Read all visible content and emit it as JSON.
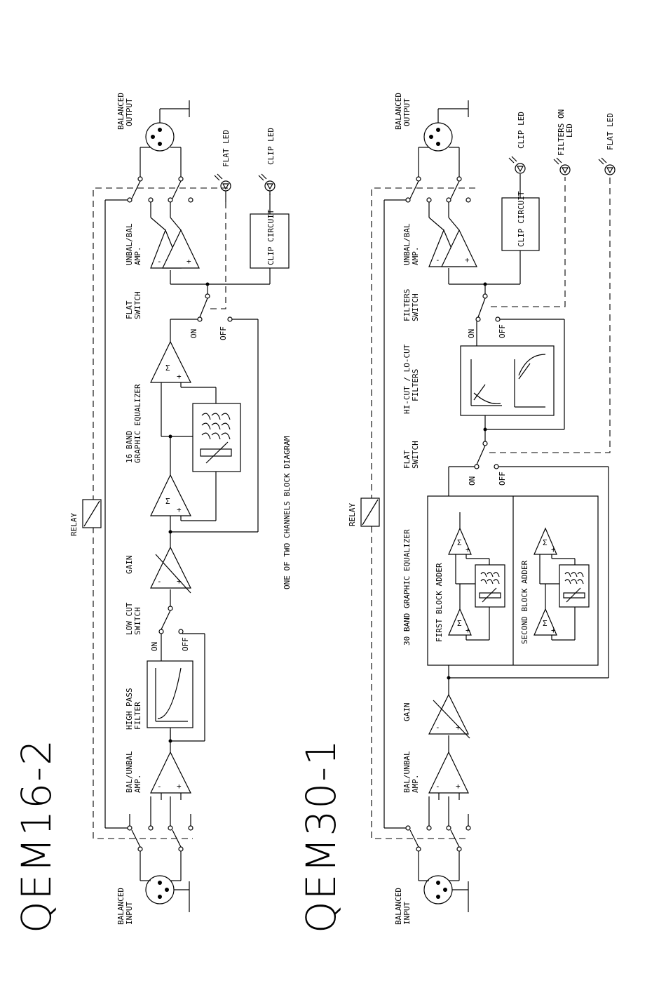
{
  "titles": {
    "qem16": "QEM16-2",
    "qem30": "QEM30-1",
    "note": "ONE OF TWO CHANNELS BLOCK DIAGRAM"
  },
  "qem16": {
    "balanced_input": [
      "BALANCED",
      "INPUT"
    ],
    "balanced_output": [
      "BALANCED",
      "OUTPUT"
    ],
    "bal_unbal_amp": [
      "BAL/UNBAL",
      "AMP."
    ],
    "high_pass_filter": [
      "HIGH PASS",
      "FILTER"
    ],
    "low_cut_switch": [
      "LOW CUT",
      "SWITCH"
    ],
    "gain": "GAIN",
    "equalizer": [
      "16  BAND",
      "GRAPHIC EQUALIZER"
    ],
    "flat_switch": [
      "FLAT",
      "SWITCH"
    ],
    "unbal_bal_amp": [
      "UNBAL/BAL",
      "AMP."
    ],
    "clip_circuit": "CLIP CIRCUIT",
    "flat_led": "FLAT LED",
    "clip_led": "CLIP LED",
    "relay": "RELAY",
    "on": "ON",
    "off": "OFF",
    "sigma": "Σ",
    "plus": "+",
    "minus": "-"
  },
  "qem30": {
    "balanced_input": [
      "BALANCED",
      "INPUT"
    ],
    "balanced_output": [
      "BALANCED",
      "OUTPUT"
    ],
    "bal_unbal_amp": [
      "BAL/UNBAL",
      "AMP."
    ],
    "gain": "GAIN",
    "equalizer": "30 BAND  GRAPHIC EQUALIZER",
    "first_block": "FIRST BLOCK ADDER",
    "second_block": "SECOND BLOCK ADDER",
    "flat_switch": [
      "FLAT",
      "SWITCH"
    ],
    "filters": [
      "HI-CUT / LO-CUT",
      "FILTERS"
    ],
    "filters_switch": [
      "FILTERS",
      "SWITCH"
    ],
    "unbal_bal_amp": [
      "UNBAL/BAL",
      "AMP."
    ],
    "clip_circuit": "CLIP CIRCUIT",
    "clip_led": "CLIP LED",
    "filters_on_led": [
      "FILTERS ON",
      "LED"
    ],
    "flat_led": "FLAT LED",
    "relay": "RELAY",
    "on": "ON",
    "off": "OFF",
    "sigma": "Σ",
    "plus": "+",
    "minus": "-"
  }
}
